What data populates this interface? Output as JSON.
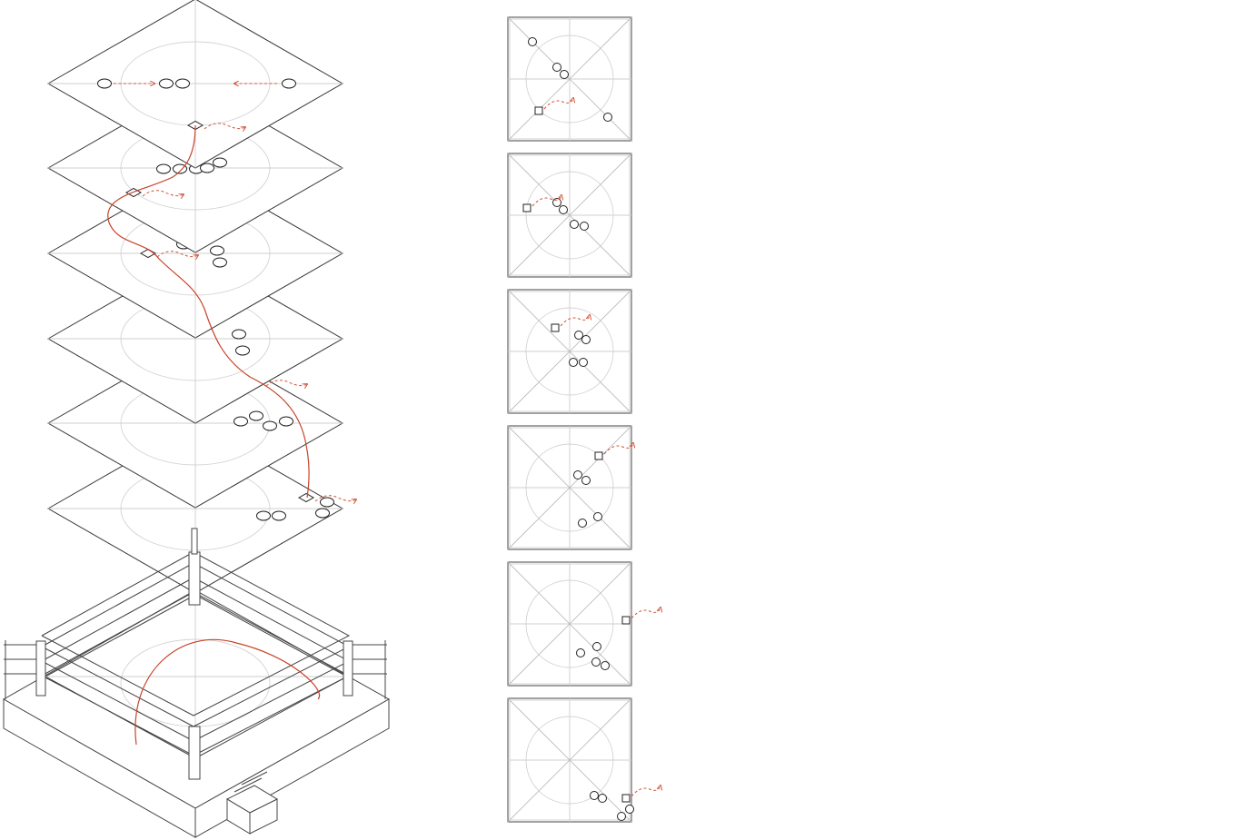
{
  "diagram": {
    "layers": 6,
    "panels": 6,
    "colors": {
      "trajectory": "#c9432a",
      "lines": "#333333",
      "guides": "#cfcfcf",
      "background": "#ffffff"
    },
    "icons": [
      "boxing-ring",
      "player-marker-circle",
      "ball-marker-square",
      "trajectory-curve"
    ]
  }
}
